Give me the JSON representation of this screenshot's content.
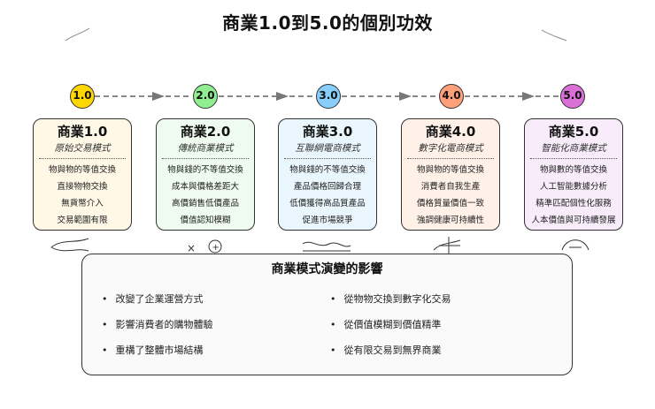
{
  "title": "商業1.0到5.0的個別功效",
  "colors": {
    "node_1": "#ffd700",
    "node_2": "#90ee90",
    "node_3": "#87cefa",
    "node_4": "#ffa07a",
    "node_5": "#da70d6",
    "card_1": "#fff8e7",
    "card_2": "#eefbee",
    "card_3": "#eaf6fd",
    "card_4": "#fff1e8",
    "card_5": "#f8ecfb",
    "arrow": "#666666"
  },
  "stages": [
    {
      "node": "1.0",
      "title": "商業1.0",
      "subtitle": "原始交易模式",
      "items": [
        "物與物的等值交換",
        "直接物物交換",
        "無貨幣介入",
        "交易範圍有限"
      ]
    },
    {
      "node": "2.0",
      "title": "商業2.0",
      "subtitle": "傳統商業模式",
      "items": [
        "物與錢的不等值交換",
        "成本與價格差距大",
        "高價銷售低價產品",
        "價值認知模糊"
      ]
    },
    {
      "node": "3.0",
      "title": "商業3.0",
      "subtitle": "互聯網電商模式",
      "items": [
        "物與錢的不等值交換",
        "產品價格回歸合理",
        "低價獲得高品質產品",
        "促進市場競爭"
      ]
    },
    {
      "node": "4.0",
      "title": "商業4.0",
      "subtitle": "數字化電商模式",
      "items": [
        "物與物的等值交換",
        "消費者自我生產",
        "價格質量價值一致",
        "強調健康可持續性"
      ]
    },
    {
      "node": "5.0",
      "title": "商業5.0",
      "subtitle": "智能化商業模式",
      "items": [
        "物與數的等值交換",
        "人工智能數據分析",
        "精準匹配個性化服務",
        "人本價值與可持續發展"
      ]
    }
  ],
  "impact": {
    "title": "商業模式演變的影響",
    "left": [
      "改變了企業運營方式",
      "影響消費者的購物體驗",
      "重構了整體市場結構"
    ],
    "right": [
      "從物物交換到數字化交易",
      "從價值模糊到價值精準",
      "從有限交易到無界商業"
    ]
  },
  "doodles": [
    "×",
    "+"
  ]
}
